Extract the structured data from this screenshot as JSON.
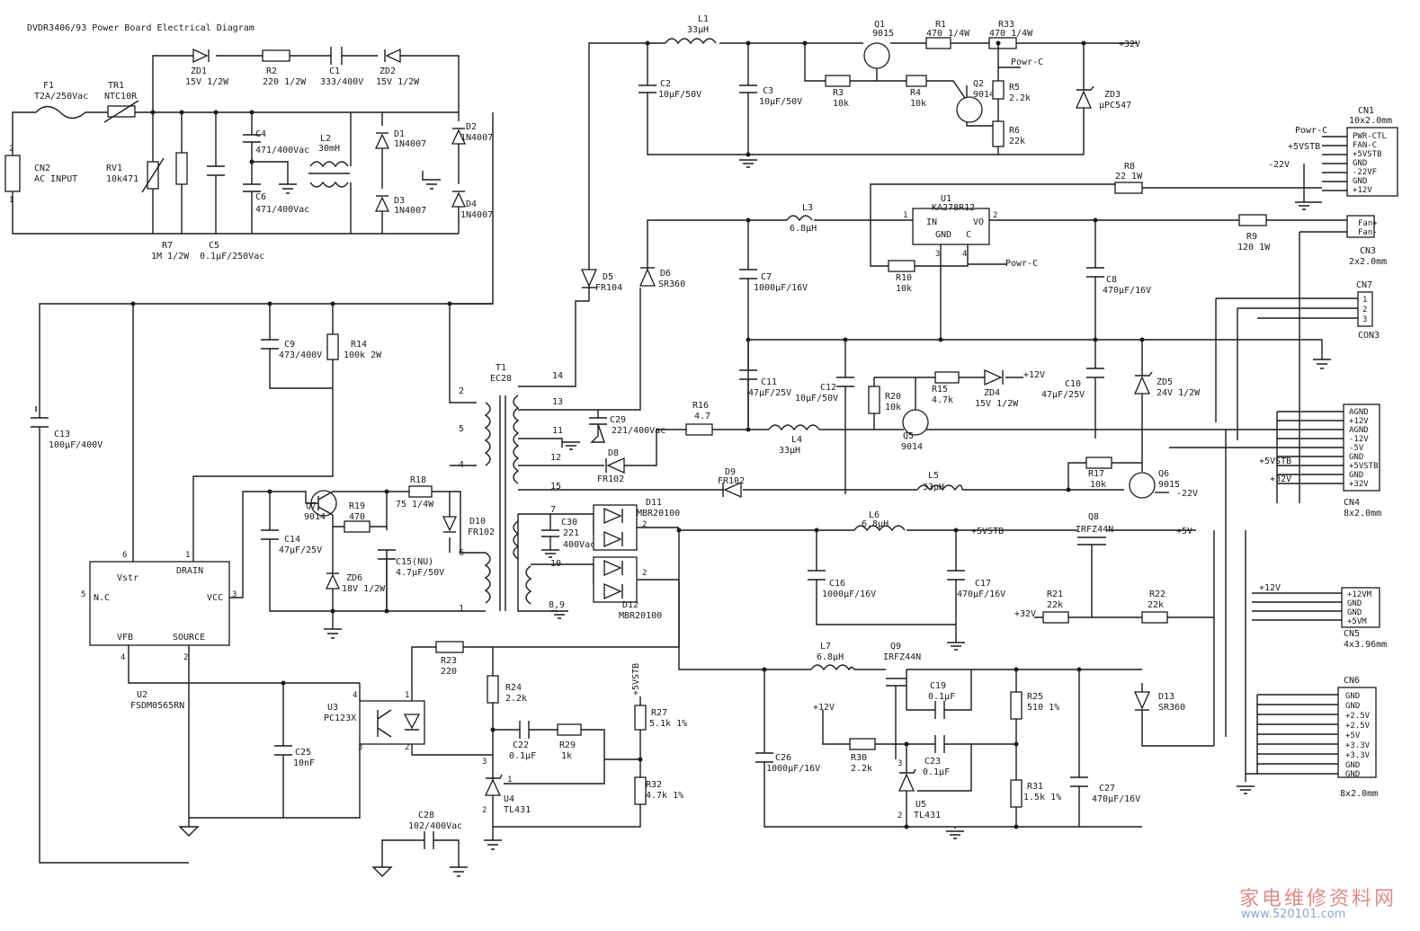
{
  "title": "DVDR3406/93 Power Board Electrical Diagram",
  "watermark": {
    "cn": "家电维修资料网",
    "url": "www.520101.com"
  },
  "labels": {
    "F1": "F1",
    "F1v": "T2A/250Vac",
    "TR1": "TR1",
    "TR1v": "NTC10R",
    "CN2": "CN2",
    "CN2v": "AC INPUT",
    "CN2p1": "1",
    "CN2p2": "2",
    "RV1": "RV1",
    "RV1v": "10k471",
    "R7": "R7",
    "R7v": "1M 1/2W",
    "C5": "C5",
    "C5v": "0.1μF/250Vac",
    "ZD1": "ZD1",
    "ZD1v": "15V 1/2W",
    "R2": "R2",
    "R2v": "220 1/2W",
    "C1": "C1",
    "C1v": "333/400V",
    "ZD2": "ZD2",
    "ZD2v": "15V 1/2W",
    "C4": "C4",
    "C4v": "471/400Vac",
    "C6": "C6",
    "C6v": "471/400Vac",
    "L2": "L2",
    "L2v": "30mH",
    "D1": "D1",
    "D1v": "1N4007",
    "D2": "D2",
    "D2v": "1N4007",
    "D3": "D3",
    "D3v": "1N4007",
    "D4": "D4",
    "D4v": "1N4007",
    "C9": "C9",
    "C9v": "473/400V",
    "R14": "R14",
    "R14v": "100k 2W",
    "C13": "C13",
    "C13v": "100μF/400V",
    "T1": "T1",
    "T1v": "EC28",
    "Q7": "Q7",
    "Q7v": "9014",
    "R19": "R19",
    "R19v": "470",
    "R18": "R18",
    "R18v": "75 1/4W",
    "D10": "D10",
    "D10v": "FR102",
    "C14": "C14",
    "C14v": "47μF/25V",
    "ZD6": "ZD6",
    "ZD6v": "18V 1/2W",
    "C15": "C15(NU)",
    "C15v": "4.7μF/50V",
    "U2": "U2",
    "U2v": "FSDM0565RN",
    "Vstr": "Vstr",
    "DRAIN": "DRAIN",
    "NC": "N.C",
    "VCC": "VCC",
    "VFB": "VFB",
    "SOURCE": "SOURCE",
    "U3": "U3",
    "U3v": "PC123X",
    "C25": "C25",
    "C25v": "10nF",
    "R23": "R23",
    "R23v": "220",
    "C28": "C28",
    "C28v": "102/400Vac",
    "R24": "R24",
    "R24v": "2.2k",
    "C22": "C22",
    "C22v": "0.1μF",
    "R29": "R29",
    "R29v": "1k",
    "U4": "U4",
    "U4v": "TL431",
    "R27": "R27",
    "R27v": "5.1k 1%",
    "R32": "R32",
    "R32v": "4.7k 1%",
    "p5VSTB": "+5VSTB",
    "L1": "L1",
    "L1v": "33μH",
    "C2": "C2",
    "C2v": "10μF/50V",
    "C3": "C3",
    "C3v": "10μF/50V",
    "Q1": "Q1",
    "Q1v": "9015",
    "R1": "R1",
    "R1v": "470 1/4W",
    "R33": "R33",
    "R33v": "470 1/4W",
    "p32": "+32V",
    "R3": "R3",
    "R3v": "10k",
    "R4": "R4",
    "R4v": "10k",
    "Q2": "Q2",
    "Q2v": "9014",
    "R5": "R5",
    "R5v": "2.2k",
    "R6": "R6",
    "R6v": "22k",
    "ZD3": "ZD3",
    "ZD3v": "μPC547",
    "PowrC": "Powr-C",
    "CN1": "CN1",
    "CN1v": "10x2.0mm",
    "CN1pins": [
      "PWR-CTL",
      "FAN-C",
      "+5VSTB",
      "GND",
      "-22VF",
      "GND",
      "+12V"
    ],
    "m22": "-22V",
    "R8": "R8",
    "R8v": "22 1W",
    "U1": "U1",
    "U1v": "KA278R12",
    "IN": "IN",
    "GND": "GND",
    "VO": "VO",
    "C": "C",
    "L3": "L3",
    "L3v": "6.8μH",
    "D5": "D5",
    "D5v": "FR104",
    "D6": "D6",
    "D6v": "SR360",
    "C7": "C7",
    "C7v": "1000μF/16V",
    "R10": "R10",
    "R10v": "10k",
    "C8": "C8",
    "C8v": "470μF/16V",
    "R9": "R9",
    "R9v": "120 1W",
    "CN3": "CN3",
    "CN3v": "2x2.0mm",
    "Fanp": "Fan+",
    "Fanm": "Fan-",
    "CN7": "CN7",
    "CON3": "CON3",
    "C29": "C29",
    "C29v": "221/400Vac",
    "R16": "R16",
    "R16v": "4.7",
    "C11": "C11",
    "C11v": "47μF/25V",
    "C12": "C12",
    "C12v": "10μF/50V",
    "R20": "R20",
    "R20v": "10k",
    "R15": "R15",
    "R15v": "4.7k",
    "ZD4": "ZD4",
    "ZD4v": "15V 1/2W",
    "p12": "+12V",
    "C10": "C10",
    "C10v": "47μF/25V",
    "ZD5": "ZD5",
    "ZD5v": "24V 1/2W",
    "Q5": "Q5",
    "Q5v": "9014",
    "L4": "L4",
    "L4v": "33μH",
    "D8": "D8",
    "D8v": "FR102",
    "D9": "D9",
    "D9v": "FR102",
    "L5": "L5",
    "L5v": "33μH",
    "R17": "R17",
    "R17v": "10k",
    "Q6": "Q6",
    "Q6v": "9015",
    "CN4": "CN4",
    "CN4v": "8x2.0mm",
    "CN4pins": [
      "AGND",
      "+12V",
      "AGND",
      "-12V",
      "-5V",
      "GND",
      "+5VSTB",
      "GND",
      "+32V"
    ],
    "p5VSTBb": "+5VSTB",
    "p32b": "+32V",
    "C30": "C30",
    "C30v1": "221",
    "C30v2": "400Vac",
    "D11": "D11",
    "D11v": "MBR20100",
    "D12": "D12",
    "D12v": "MBR20100",
    "L6": "L6",
    "L6v": "6.8μH",
    "Q8": "Q8",
    "Q8v": "IRFZ44N",
    "p5": "+5V",
    "C16": "C16",
    "C16v": "1000μF/16V",
    "C17": "C17",
    "C17v": "470μF/16V",
    "R21": "R21",
    "R21v": "22k",
    "R22": "R22",
    "R22v": "22k",
    "CN5": "CN5",
    "CN5v": "4x3.96mm",
    "CN5pins": [
      "+12VM",
      "GND",
      "GND",
      "+5VM"
    ],
    "L7": "L7",
    "L7v": "6.8μH",
    "Q9": "Q9",
    "Q9v": "IRFZ44N",
    "C19": "C19",
    "C19v": "0.1μF",
    "R25": "R25",
    "R25v": "510 1%",
    "D13": "D13",
    "D13v": "SR360",
    "C26": "C26",
    "C26v": "1000μF/16V",
    "R30": "R30",
    "R30v": "2.2k",
    "C23": "C23",
    "C23v": "0.1μF",
    "U5": "U5",
    "U5v": "TL431",
    "R31": "R31",
    "R31v": "1.5k 1%",
    "C27": "C27",
    "C27v": "470μF/16V",
    "CN6": "CN6",
    "CN6v": "8x2.0mm",
    "CN6pins": [
      "GND",
      "GND",
      "+2.5V",
      "+2.5V",
      "+5V",
      "+3.3V",
      "+3.3V",
      "GND",
      "GND"
    ],
    "pins": {
      "n1": "1",
      "n2": "2",
      "n3": "3",
      "n4": "4",
      "n5": "5",
      "n6": "6",
      "n7": "7",
      "n8": "8",
      "n9": "9",
      "n10": "10",
      "n11": "11",
      "n12": "12",
      "n13": "13",
      "n14": "14",
      "n15": "15",
      "n89": "8,9"
    }
  }
}
